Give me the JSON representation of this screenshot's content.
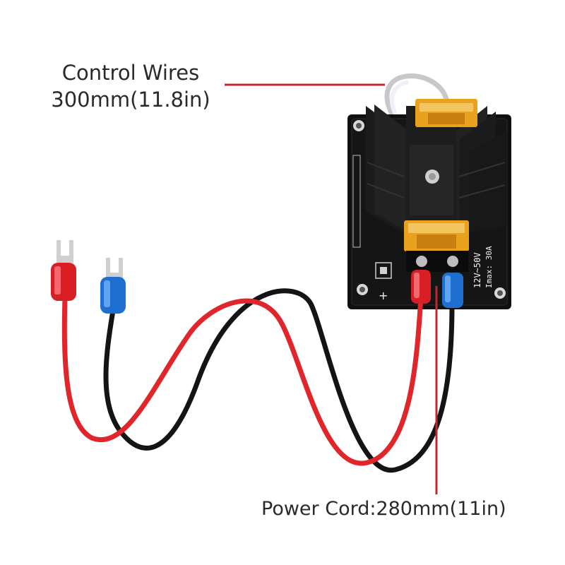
{
  "annotations": {
    "control_wires": {
      "line1": "Control Wires",
      "line2": "300mm(11.8in)"
    },
    "power_cord": {
      "text": "Power Cord:280mm(11in)"
    }
  },
  "board_markings": {
    "voltage": "12V~50V",
    "current": "Imax: 30A",
    "plus": "+"
  },
  "colors": {
    "leader_line": "#c0282e",
    "wire_red": "#e0252b",
    "wire_black": "#141414",
    "terminal_red": "#d81f26",
    "terminal_blue": "#1f6fd1",
    "fuse": "#e8a21e",
    "heatsink": "#1b1b1b",
    "pcb": "#0f0f0f"
  }
}
